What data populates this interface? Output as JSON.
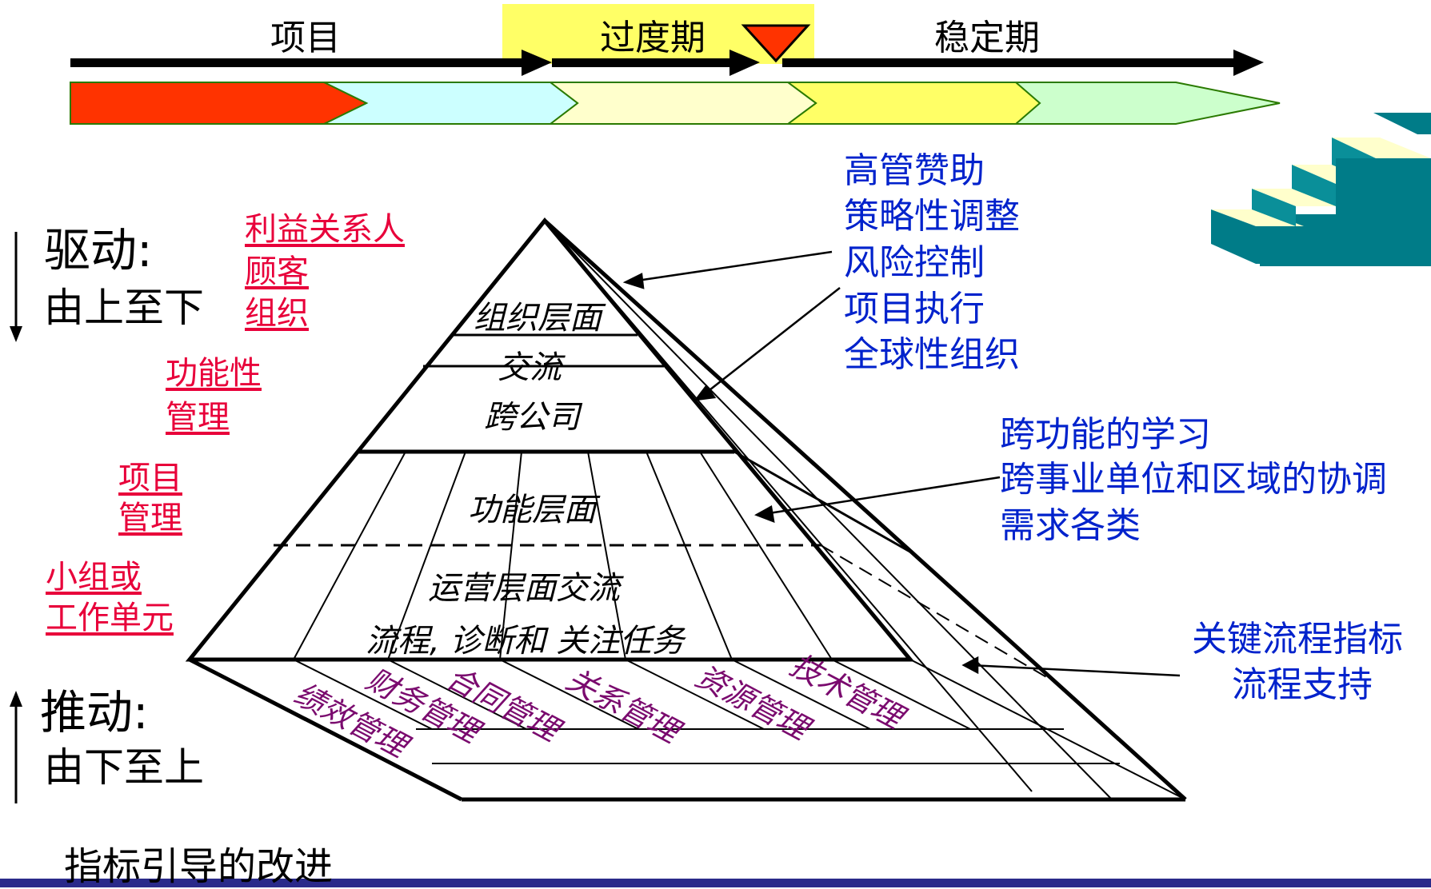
{
  "colors": {
    "red_segment": "#ff3300",
    "cyan_segment": "#ccffff",
    "pale_yellow_segment": "#ffffcc",
    "yellow_segment": "#ffff66",
    "green_segment": "#ccffcc",
    "highlight": "#ffff66",
    "red_label": "#e8003a",
    "blue_label": "#0022cc",
    "purple_label": "#7a0a6e",
    "stair_teal": "#007c88",
    "stair_cream": "#ffffcc"
  },
  "timeline": {
    "phase_project": "项目",
    "phase_transition": "过度期",
    "phase_stable": "稳定期"
  },
  "drive": {
    "top_title": "驱动:",
    "top_sub": "由上至下",
    "bottom_title": "推动:",
    "bottom_sub": "由下至上"
  },
  "red_labels": {
    "stakeholders": "利益关系人",
    "customers": "顾客",
    "organization": "组织",
    "functional": "功能性",
    "functional_mgmt": "管理",
    "project": "项目",
    "project_mgmt": "管理",
    "team": "小组或",
    "work_unit": "工作单元"
  },
  "pyramid": {
    "org_level": "组织层面",
    "communication": "交流",
    "cross_company": "跨公司",
    "functional_level": "功能层面",
    "ops_communication": "运营层面交流",
    "process_tasks": "流程, 诊断和 关注任务"
  },
  "base_labels": {
    "performance": "绩效管理",
    "finance": "财务管理",
    "contract": "合同管理",
    "relationship": "关系管理",
    "resource": "资源管理",
    "technology": "技术管理"
  },
  "blue_labels": {
    "org_1": "高管赞助",
    "org_2": "策略性调整",
    "org_3": "风险控制",
    "org_4": "项目执行",
    "org_5": "全球性组织",
    "func_1": "跨功能的学习",
    "func_2": "跨事业单位和区域的协调",
    "func_3": "需求各类",
    "ops_1": "关键流程指标",
    "ops_2": "流程支持"
  },
  "footer": {
    "title": "指标引导的改进"
  }
}
